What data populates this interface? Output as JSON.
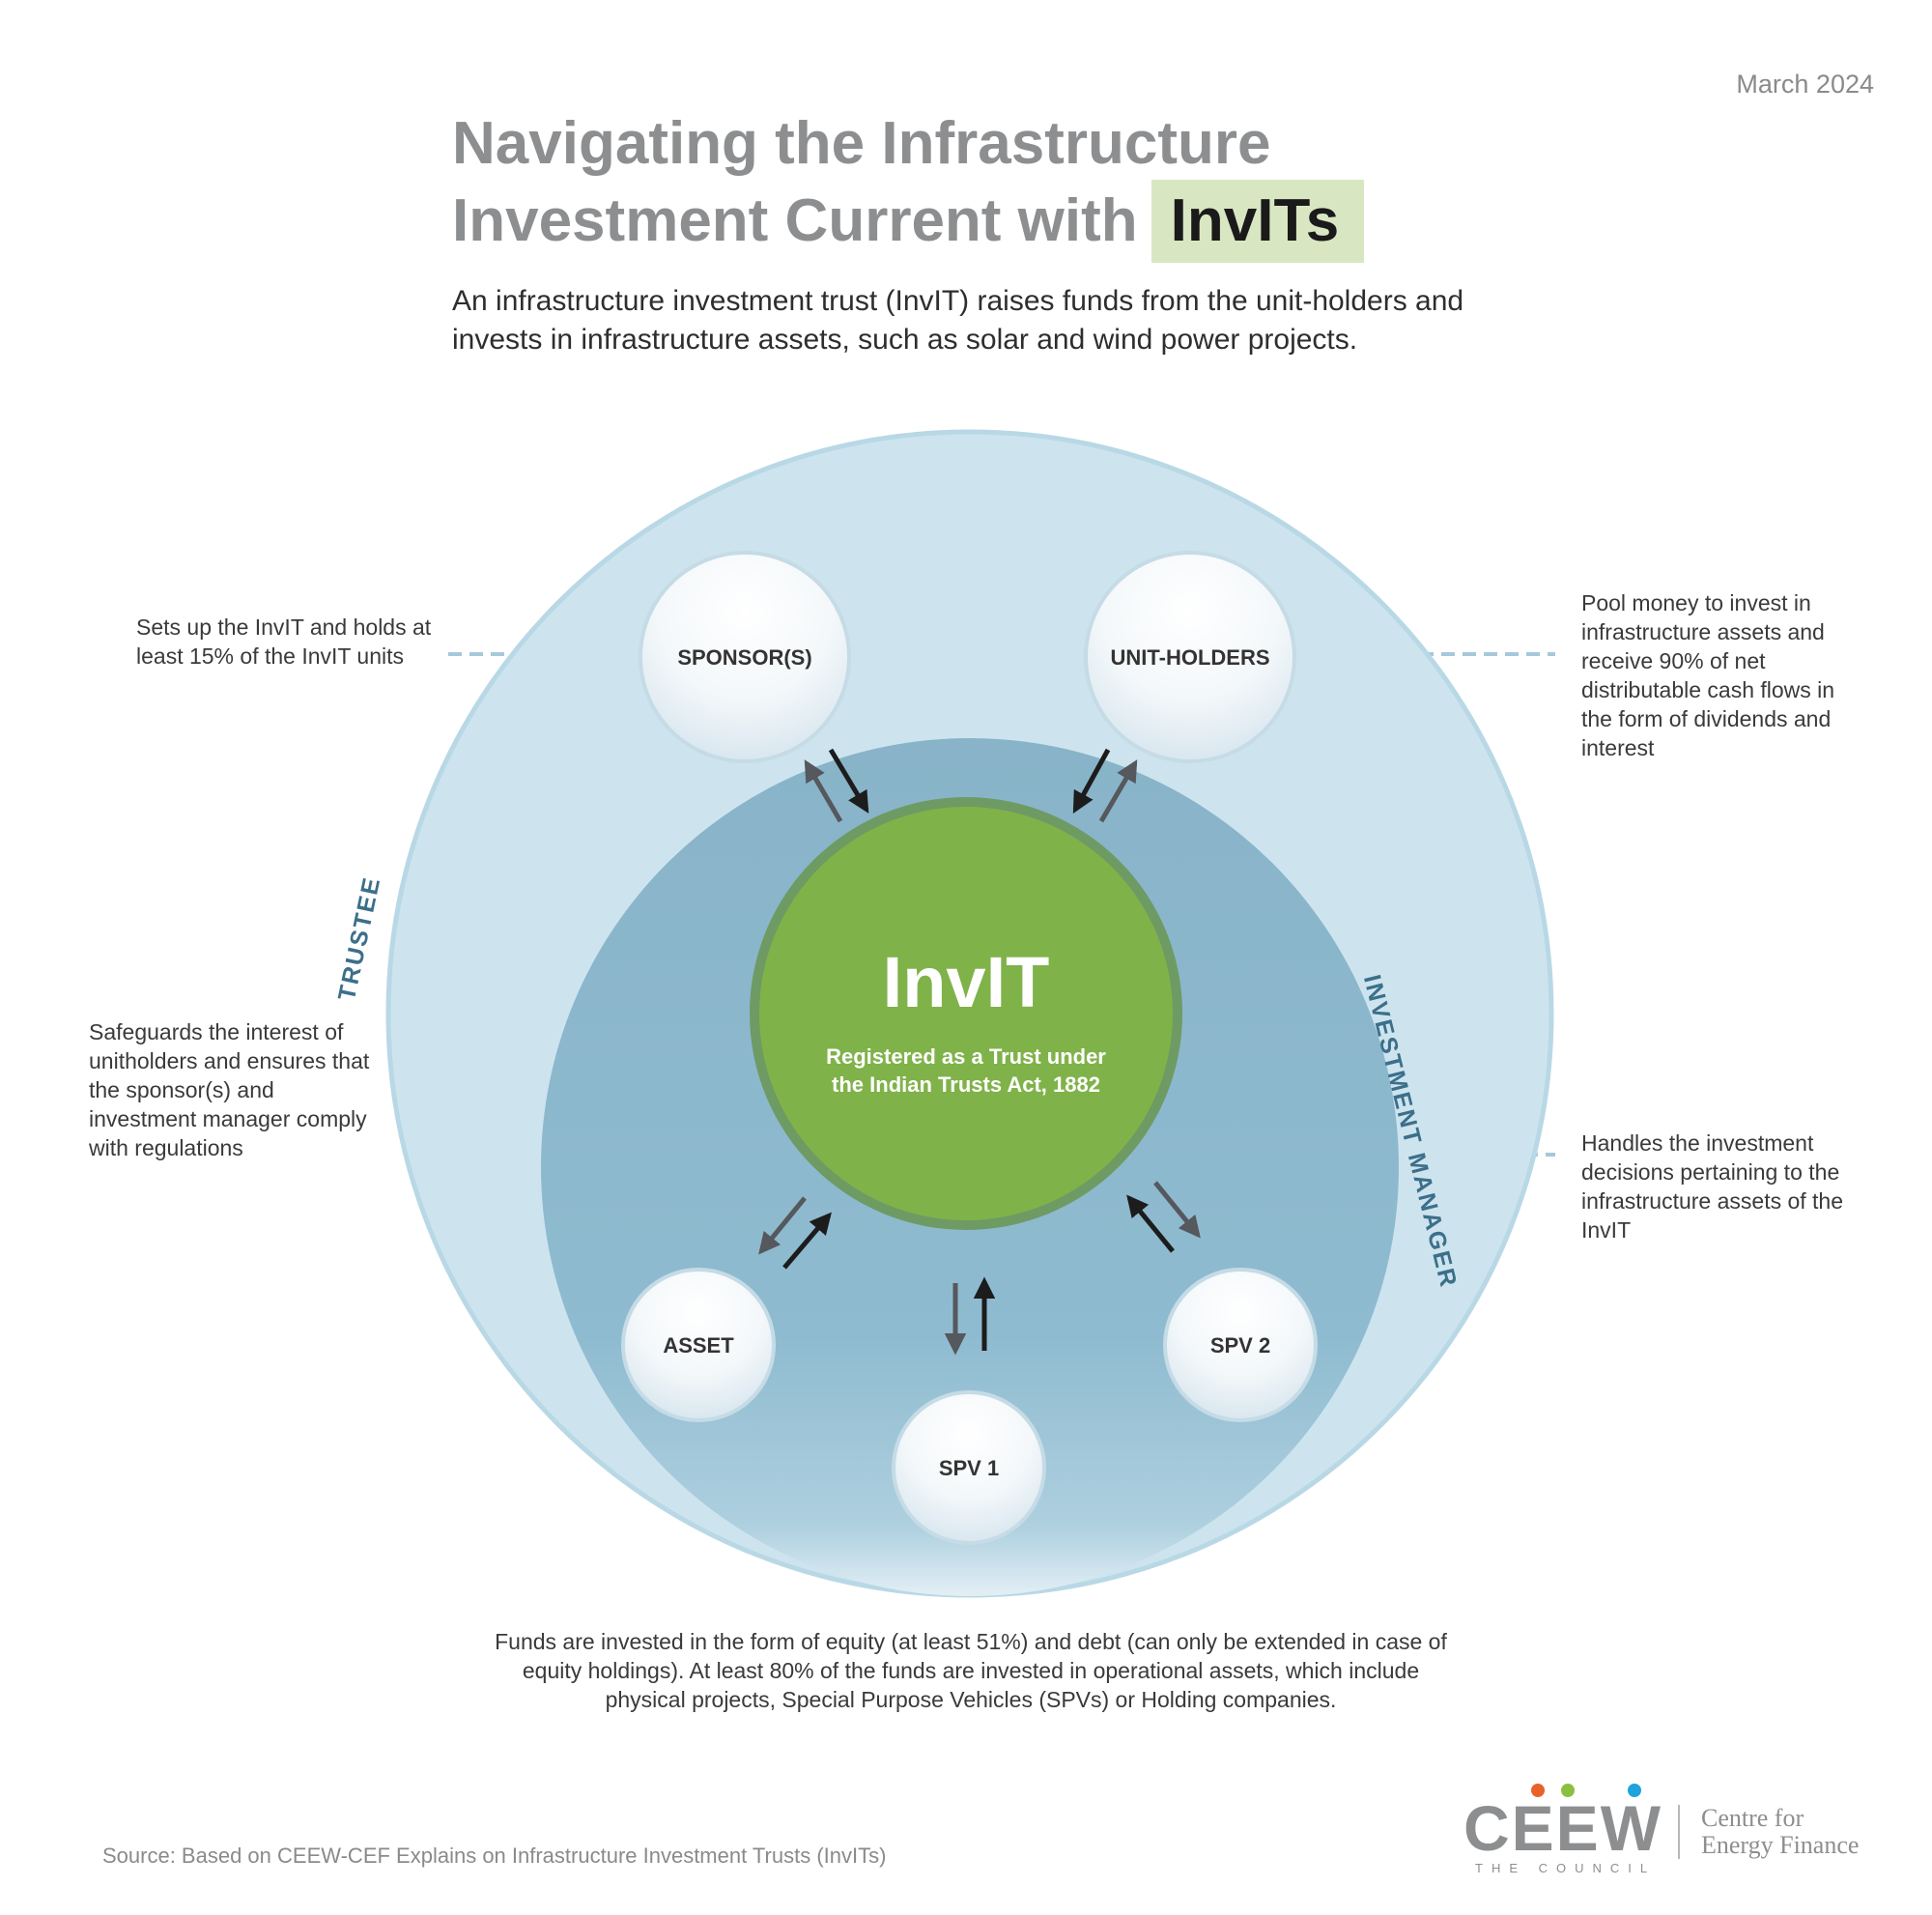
{
  "header": {
    "date": "March 2024",
    "title_line1": "Navigating the Infrastructure",
    "title_line2": "Investment Current with",
    "title_highlight": "InvITs",
    "subtitle": "An infrastructure investment trust (InvIT) raises funds from the unit-holders and invests in infrastructure assets, such as solar and wind power projects."
  },
  "diagram": {
    "center": {
      "title": "InvIT",
      "line1": "Registered as a Trust under",
      "line2": "the Indian Trusts Act, 1882"
    },
    "outer_ring_label": "TRUSTEE",
    "inner_ring_label": "INVESTMENT MANAGER",
    "nodes": {
      "sponsor": "SPONSOR(S)",
      "unitholders": "UNIT-HOLDERS",
      "asset": "ASSET",
      "spv1": "SPV 1",
      "spv2": "SPV 2"
    },
    "colors": {
      "outer_circle": "#cde4ee",
      "inner_circle": "#8ab5c9",
      "center_circle": "#80b24a",
      "ring_label": "#3c6f8a"
    }
  },
  "notes": {
    "sponsor": "Sets up the InvIT and holds at least 15% of the InvIT units",
    "unitholders": "Pool money to invest in infrastructure assets and receive 90% of net distributable cash flows in the form of dividends and interest",
    "trustee": "Safeguards the interest of unitholders and ensures that the sponsor(s) and investment manager comply with regulations",
    "investment_manager": "Handles the investment decisions pertaining to the infrastructure assets of the InvIT",
    "funds": "Funds are invested in the form of equity (at least 51%) and debt (can only be extended in case of equity holdings). At least 80% of the funds are invested in operational assets, which include physical projects, Special Purpose Vehicles (SPVs) or Holding companies."
  },
  "footer": {
    "source": "Source: Based on CEEW-CEF Explains on Infrastructure Investment Trusts (InvITs)",
    "logo_word": "CEEW",
    "logo_tagline": "THE COUNCIL",
    "logo_cef_line1": "Centre for",
    "logo_cef_line2": "Energy Finance",
    "logo_dot_colors": [
      "#e8622c",
      "#8cbf3f",
      "#1ea3dc"
    ]
  }
}
